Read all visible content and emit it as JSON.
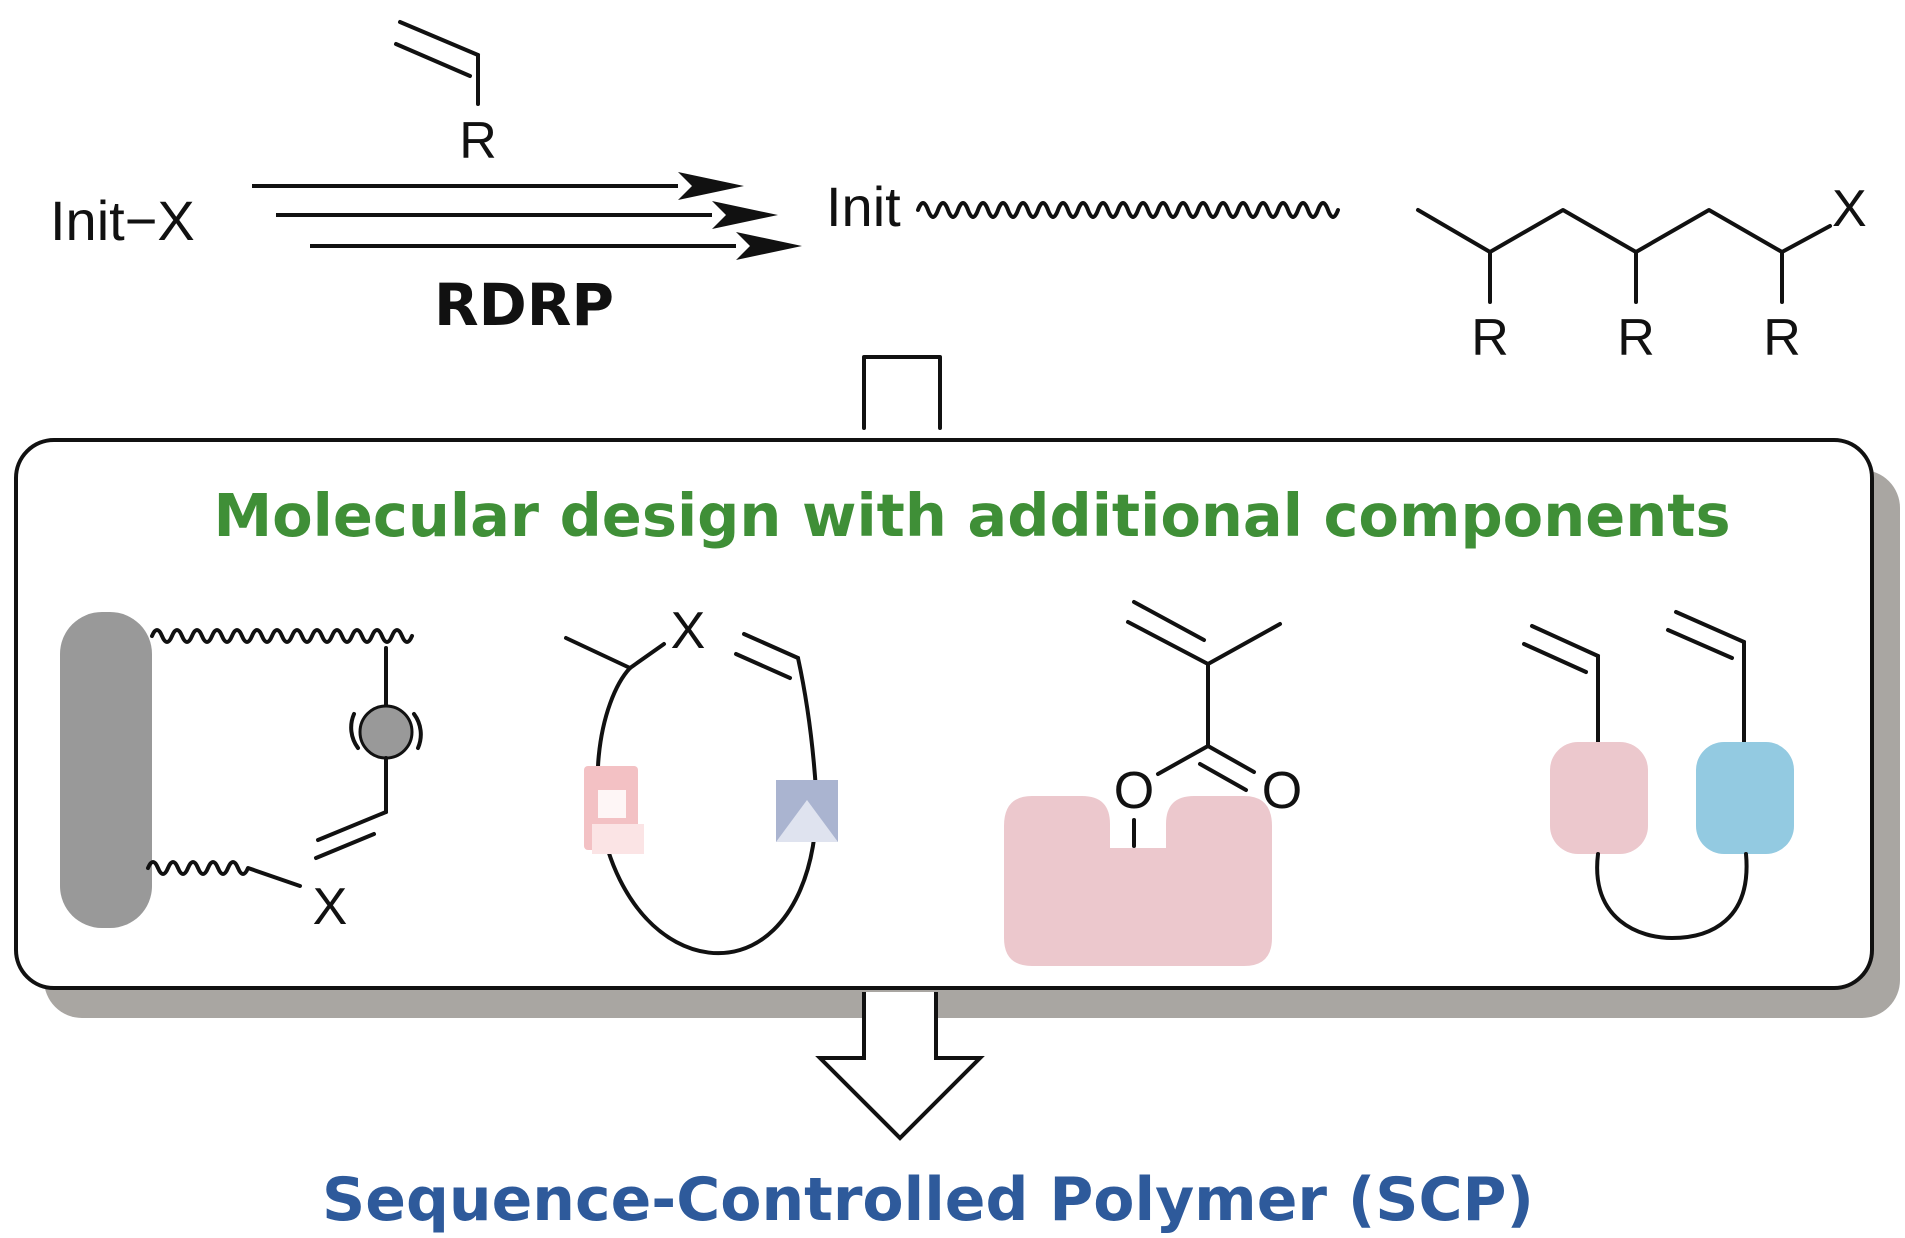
{
  "top_scheme": {
    "initiator_label": "Init−X",
    "monomer_substituent": "R",
    "method_label": "RDRP",
    "polymer_start_label": "Init",
    "polymer_end_label": "X",
    "polymer_substituents": [
      "R",
      "R",
      "R"
    ]
  },
  "design_box": {
    "title": "Molecular design with additional components",
    "template_panel": {
      "end_label": "X"
    },
    "cyclic_panel": {
      "bridge_label": "X"
    },
    "methacrylate_panel": {
      "ester_oxygen_label": "O",
      "carbonyl_oxygen_label": "O"
    }
  },
  "result_label": "Sequence-Controlled Polymer (SCP)",
  "colors": {
    "title_green": "#3f8f37",
    "result_blue": "#2e5a9b",
    "box_shadow": "#a9a6a2",
    "template_gray": "#999999",
    "pink_block": "#ecc8cd",
    "blue_block": "#93cae1",
    "vinyl_orange": "#e0512e",
    "vinyl_blue": "#2f5fa8",
    "pink_square": "#f3c1c4",
    "lavender_square": "#aab4d0"
  }
}
